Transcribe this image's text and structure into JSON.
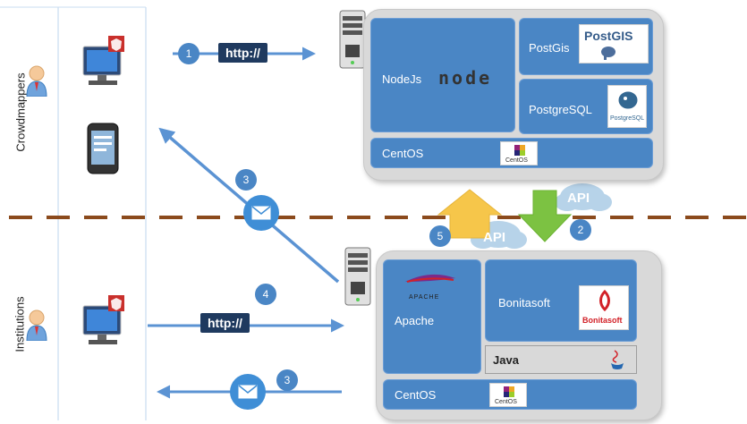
{
  "lanes": {
    "top": "Crowdmappers",
    "bottom": "Institutions"
  },
  "top_server": {
    "nodejs_label": "NodeJs",
    "nodejs_logo_text": "node",
    "postgis_label": "PostGis",
    "postgis_logo_text": "PostGIS",
    "postgresql_label": "PostgreSQL",
    "postgresql_logo_text": "PostgreSQL",
    "centos_label": "CentOS",
    "centos_logo_text": "CentOS"
  },
  "bottom_server": {
    "apache_label": "Apache",
    "apache_logo_text": "APACHE",
    "bonita_label": "Bonitasoft",
    "bonita_logo_text": "Bonitasoft",
    "java_label": "Java",
    "java_logo_text": "Java",
    "centos_label": "CentOS",
    "centos_logo_text": "CentOS"
  },
  "flows": {
    "http_top": "http://",
    "http_bottom": "http://",
    "api_up": "API",
    "api_down": "API",
    "step_1": "1",
    "step_2": "2",
    "step_3a": "3",
    "step_3b": "3",
    "step_4": "4",
    "step_5": "5"
  },
  "colors": {
    "box_blue": "#4a86c5",
    "arrow_blue": "#5b93d3",
    "arrow_yellow": "#f6c64a",
    "arrow_green": "#7cc242",
    "divider_brown": "#8b4a1c"
  }
}
